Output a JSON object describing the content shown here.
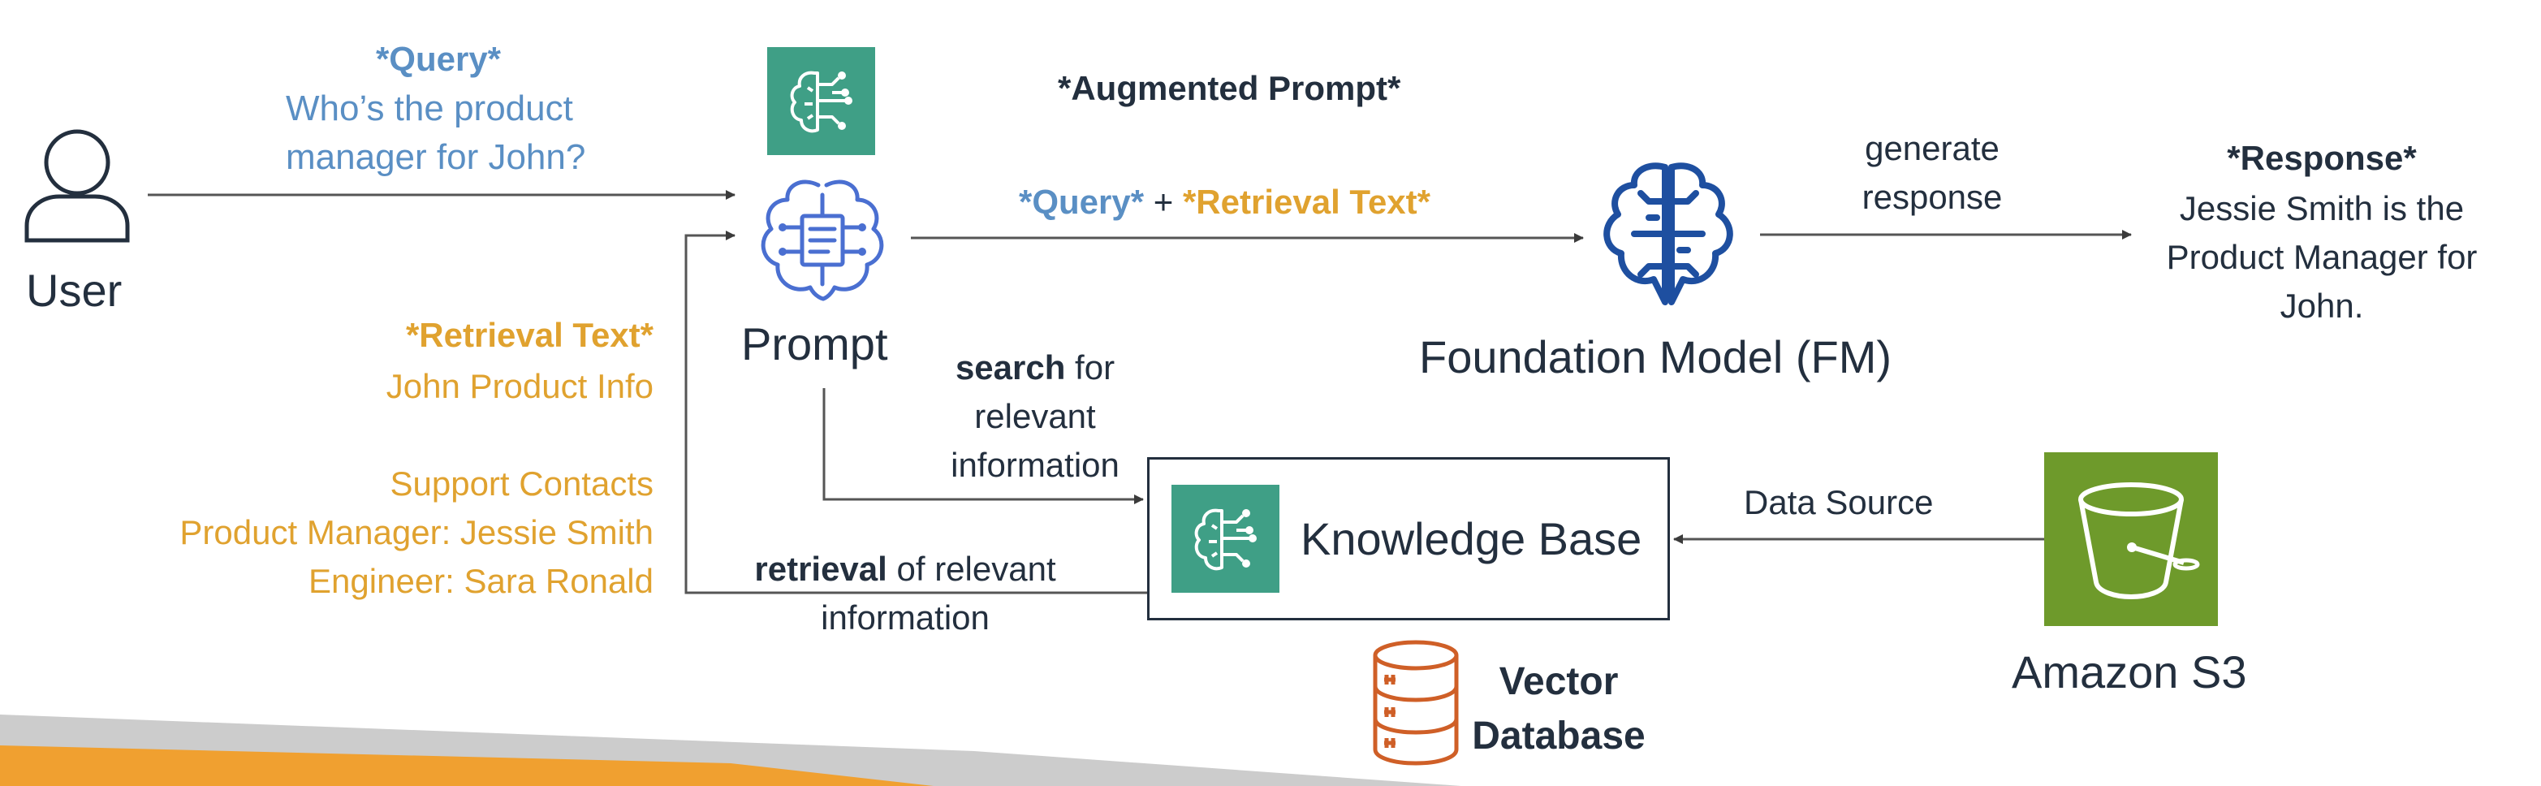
{
  "user": {
    "label": "User"
  },
  "query": {
    "heading": "*Query*",
    "line1": "Who’s the product",
    "line2": "manager for John?"
  },
  "retrieval_text": {
    "heading": "*Retrieval Text*",
    "line1": "John Product Info",
    "line2": "Support Contacts",
    "line3": "Product Manager: Jessie Smith",
    "line4": "Engineer: Sara Ronald"
  },
  "prompt": {
    "label": "Prompt"
  },
  "augmented_prompt": {
    "label": "*Augmented Prompt*",
    "query_part": "*Query*",
    "plus": " + ",
    "retrieval_part": "*Retrieval Text*"
  },
  "foundation_model": {
    "label": "Foundation Model (FM)"
  },
  "generate": {
    "line1": "generate",
    "line2": "response"
  },
  "response": {
    "heading": "*Response*",
    "line1": "Jessie Smith is the",
    "line2": "Product Manager for",
    "line3": "John."
  },
  "search": {
    "bold": "search",
    "rest": " for",
    "line2": "relevant",
    "line3": "information"
  },
  "retrieval": {
    "bold": "retrieval",
    "rest": " of relevant",
    "line2": "information"
  },
  "knowledge_base": {
    "label": "Knowledge Base"
  },
  "data_source": {
    "label": "Data Source"
  },
  "s3": {
    "label": "Amazon S3"
  },
  "vector_db": {
    "line1": "Vector",
    "line2": "Database"
  },
  "colors": {
    "teal": "#3f9f86",
    "navy": "#1e4fa0",
    "prompt_blue": "#4a6fd1",
    "s3_green": "#6e9a2b",
    "db_orange": "#cf5f27",
    "blue_text": "#5a8fc4",
    "orange_text": "#e0a22f",
    "footer_gray": "#cccccc",
    "footer_orange": "#f0a030"
  }
}
